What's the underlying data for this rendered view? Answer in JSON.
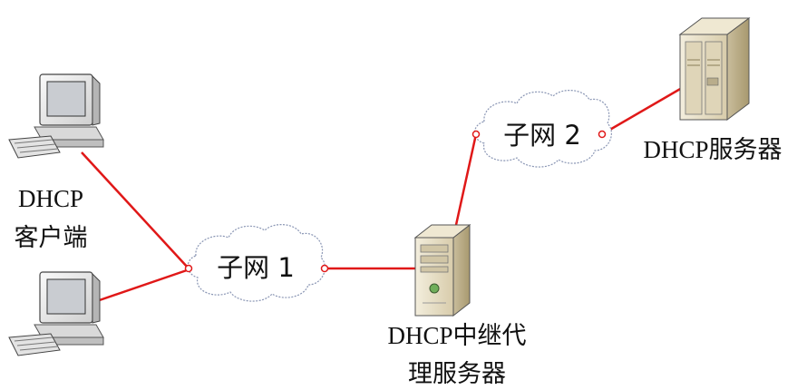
{
  "colors": {
    "link": "#e01818",
    "cloud_stroke": "#8a96b4",
    "cloud_fill": "#ffffff",
    "server_body": "#e7dfc8",
    "server_shade": "#bdb091",
    "monitor_body": "#ececec",
    "screen": "#c9ccd1"
  },
  "nodes": {
    "client_label_line1": "DHCP",
    "client_label_line2": "客户端",
    "subnet1_label": "子网 1",
    "subnet2_label": "子网 2",
    "relay_label_line1": "DHCP中继代",
    "relay_label_line2": "理服务器",
    "server_label": "DHCP服务器"
  },
  "icons": {
    "client_top": "desktop-computer-icon",
    "client_bottom": "desktop-computer-icon",
    "relay": "tower-server-icon",
    "dhcp_server": "rack-server-icon"
  }
}
